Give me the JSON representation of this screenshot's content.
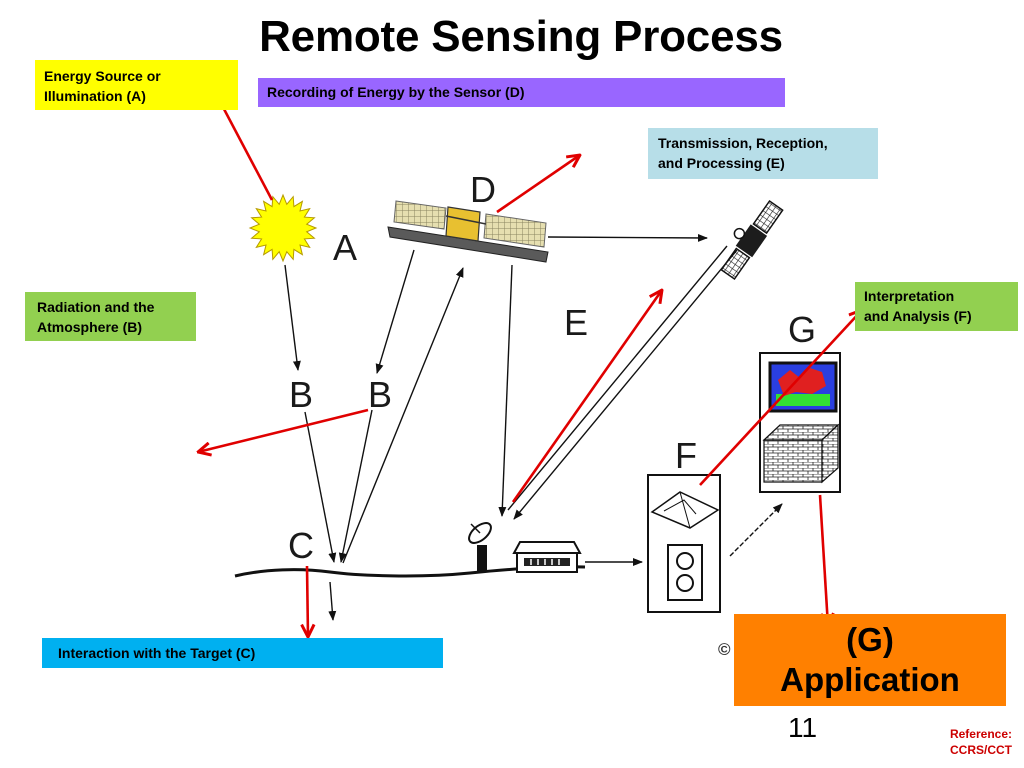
{
  "title": "Remote Sensing Process",
  "boxes": {
    "energy_source": {
      "line1": "Energy Source or",
      "line2": "Illumination (A)",
      "color": "#ffff00"
    },
    "recording": {
      "text": "Recording of Energy by the Sensor (D)",
      "color": "#9966ff"
    },
    "transmission": {
      "line1": "Transmission, Reception,",
      "line2": "and Processing (E)",
      "color": "#b7dee8"
    },
    "radiation": {
      "line1": "Radiation and the",
      "line2": "Atmosphere (B)",
      "color": "#92d050"
    },
    "interpretation": {
      "line1": "Interpretation",
      "line2": "and Analysis (F)",
      "color": "#92d050"
    },
    "interaction": {
      "text": "Interaction with the Target (C)",
      "color": "#00b0f0"
    },
    "application": {
      "line1": "(G)",
      "line2": "Application",
      "color": "#ff8000"
    }
  },
  "diagram_letters": {
    "a": "A",
    "b_left": "B",
    "b_right": "B",
    "c": "C",
    "d": "D",
    "e": "E",
    "f": "F",
    "g": "G"
  },
  "copyright": "©",
  "page_number": "11",
  "reference": {
    "line1": "Reference:",
    "line2": "CCRS/CCT",
    "color": "#cc0000"
  },
  "colors": {
    "pointer_arrows": "#e00000",
    "flow_arrows": "#111111",
    "sun": "#ffff00"
  }
}
